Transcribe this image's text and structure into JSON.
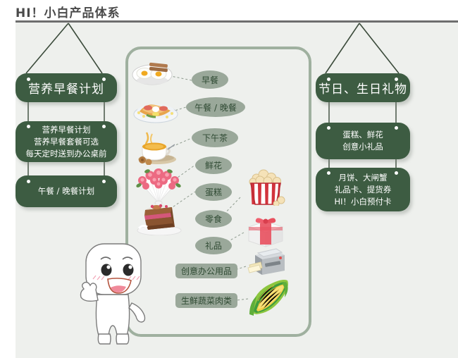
{
  "page": {
    "title": "HI！小白产品体系",
    "accent_green": "#3d5c42",
    "panel_border": "#9fb09f",
    "label_fill": "#9aa89a",
    "background": "#eef0ed"
  },
  "left_branch": {
    "header": "营养早餐计划",
    "boxes": [
      {
        "lines": [
          "营养早餐计划",
          "营养早餐套餐可选",
          "每天定时送到办公桌前"
        ]
      },
      {
        "lines": [
          "午餐 / 晚餐计划"
        ]
      }
    ]
  },
  "right_branch": {
    "header": "节日、生日礼物",
    "boxes": [
      {
        "lines": [
          "蛋糕、鲜花",
          "创意小礼品"
        ]
      },
      {
        "lines": [
          "月饼、大闸蟹",
          "礼品卡、提货券",
          "HI！小白预付卡"
        ]
      }
    ]
  },
  "center": {
    "labels": [
      {
        "text": "早餐",
        "shape": "oval",
        "icon": "fried-eggs-icon"
      },
      {
        "text": "午餐 / 晚餐",
        "shape": "oval",
        "icon": "lunch-plate-icon"
      },
      {
        "text": "下午茶",
        "shape": "oval",
        "icon": "tea-cup-icon"
      },
      {
        "text": "鲜花",
        "shape": "oval",
        "icon": "rose-bouquet-icon"
      },
      {
        "text": "蛋糕",
        "shape": "oval",
        "icon": "cake-slice-icon"
      },
      {
        "text": "零食",
        "shape": "oval",
        "icon": "popcorn-icon"
      },
      {
        "text": "礼品",
        "shape": "oval",
        "icon": "gift-box-icon"
      },
      {
        "text": "创意办公用品",
        "shape": "pill",
        "icon": "printer-icon"
      },
      {
        "text": "生鲜蔬菜肉类",
        "shape": "pill",
        "icon": "corn-icon"
      }
    ]
  },
  "mascot": {
    "name": "xiaobai-mascot"
  }
}
